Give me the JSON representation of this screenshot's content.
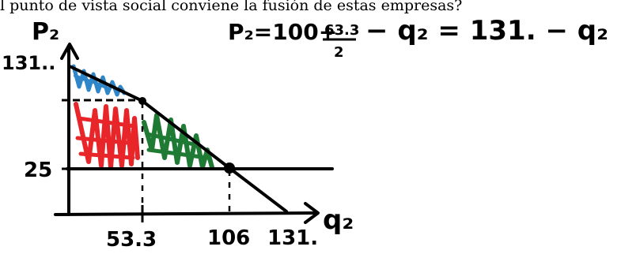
{
  "question_text": "l punto de vista social conviene la fusión de estas empresas?",
  "equation": {
    "lhs": "P₂=100+",
    "fraction_num": "63.3",
    "fraction_den": "2",
    "rhs": "− q₂ = 131. − q₂"
  },
  "axes": {
    "y_label": "P₂",
    "x_label": "q₂",
    "y_ticks": [
      "131..",
      "25"
    ],
    "x_ticks": [
      "53.3",
      "106",
      "131."
    ]
  },
  "shading_colors": {
    "consumer_surplus": "#2f86c8",
    "producer_surplus": "#e8262a",
    "deadweight_loss": "#1f7a34"
  }
}
